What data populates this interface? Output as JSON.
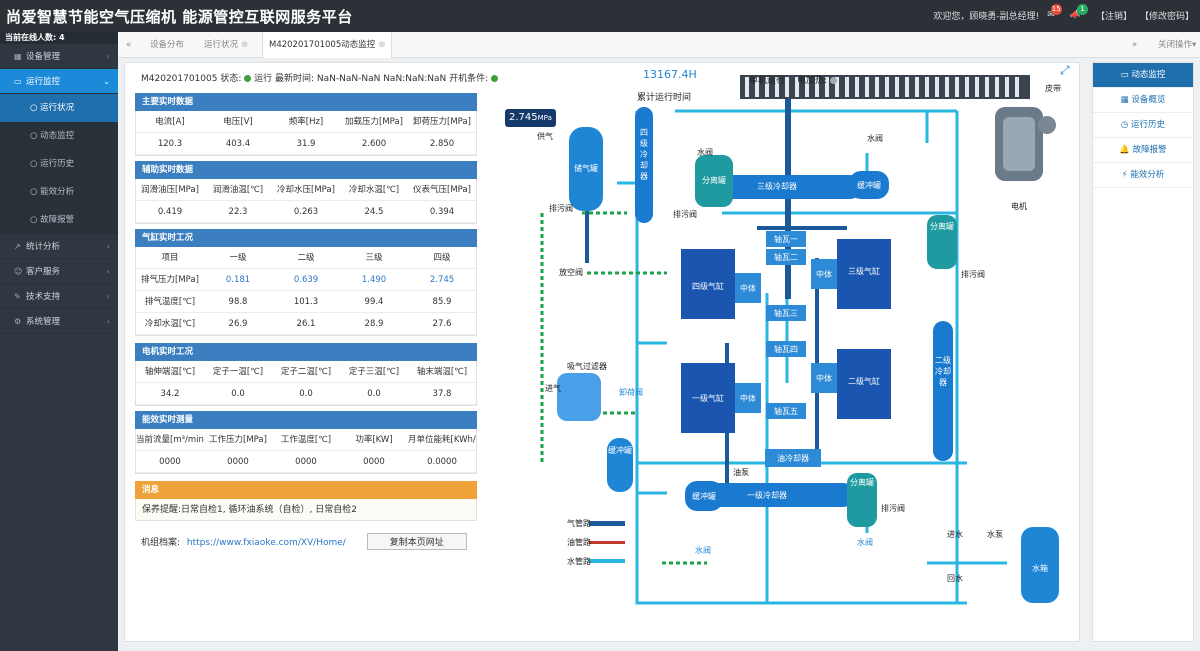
{
  "header": {
    "title": "尚爱智慧节能空气压缩机 能源管控互联网服务平台",
    "welcome": "欢迎您，顾晓勇-副总经理!",
    "msg_count": "15",
    "notice_count": "1",
    "logout": "【注销】",
    "change_pwd": "【修改密码】"
  },
  "sidebar": {
    "online_label": "当前在线人数: 4",
    "menu": [
      {
        "label": "设备管理",
        "icon": "server-icon"
      },
      {
        "label": "运行监控",
        "icon": "monitor-icon",
        "active": true,
        "children": [
          "运行状况",
          "动态监控",
          "运行历史",
          "能效分析",
          "故障报警"
        ]
      },
      {
        "label": "统计分析",
        "icon": "chart-icon"
      },
      {
        "label": "客户服务",
        "icon": "users-icon"
      },
      {
        "label": "技术支持",
        "icon": "wrench-icon"
      },
      {
        "label": "系统管理",
        "icon": "gear-icon"
      }
    ]
  },
  "tabs": {
    "items": [
      "设备分布",
      "运行状况",
      "M420201701005动态监控"
    ],
    "close_ops": "关闭操作"
  },
  "status": {
    "device_id": "M420201701005 状态:",
    "run": "运行",
    "latest_time": "最新时间: NaN-NaN-NaN NaN:NaN:NaN",
    "start_condition": "开机条件:"
  },
  "sections": [
    {
      "title": "主要实时数据",
      "headers": [
        "电流[A]",
        "电压[V]",
        "频率[Hz]",
        "加载压力[MPa]",
        "卸荷压力[MPa]"
      ],
      "rows": [
        [
          "120.3",
          "403.4",
          "31.9",
          "2.600",
          "2.850"
        ]
      ]
    },
    {
      "title": "辅助实时数据",
      "headers": [
        "润滑油压[MPa]",
        "润滑油温[℃]",
        "冷却水压[MPa]",
        "冷却水温[℃]",
        "仪表气压[MPa]"
      ],
      "rows": [
        [
          "0.419",
          "22.3",
          "0.263",
          "24.5",
          "0.394"
        ]
      ]
    },
    {
      "title": "气缸实时工况",
      "headers": [
        "项目",
        "一级",
        "二级",
        "三级",
        "四级"
      ],
      "rows": [
        [
          "排气压力[MPa]",
          "0.181",
          "0.639",
          "1.490",
          "2.745"
        ],
        [
          "排气温度[℃]",
          "98.8",
          "101.3",
          "99.4",
          "85.9"
        ],
        [
          "冷却水温[℃]",
          "26.9",
          "26.1",
          "28.9",
          "27.6"
        ]
      ]
    },
    {
      "title": "电机实时工况",
      "headers": [
        "轴伸端温[℃]",
        "定子一温[℃]",
        "定子二温[℃]",
        "定子三温[℃]",
        "轴末端温[℃]"
      ],
      "rows": [
        [
          "34.2",
          "0.0",
          "0.0",
          "0.0",
          "37.8"
        ]
      ]
    },
    {
      "title": "能效实时测量",
      "headers": [
        "当前流量[m³/min]",
        "工作压力[MPa]",
        "工作温度[℃]",
        "功率[KW]",
        "月单位能耗[KWh/Nm³]"
      ],
      "rows": [
        [
          "0000",
          "0000",
          "0000",
          "0000",
          "0.0000"
        ]
      ]
    }
  ],
  "message": {
    "title": "消息",
    "text": "保养提醒:日常自检1, 循环油系统（自检）, 日常自检2"
  },
  "archive": {
    "label": "机组档案:",
    "url": "https://www.fxiaoke.com/XV/Home/",
    "copy_btn": "复制本页网址"
  },
  "diagram": {
    "total_hours": "13167.4H",
    "total_hours_label": "累计运行时间",
    "mode": "单机运行",
    "heater": "电加热:",
    "pressure": "2.745",
    "pressure_unit": "MPa",
    "labels": {
      "supply": "供气",
      "gas_tank": "储气罐",
      "drain": "排污阀",
      "vent": "放空阀",
      "belt": "皮带",
      "motor": "电机",
      "water_valve": "水阀",
      "separator": "分离罐",
      "buffer": "缓冲罐",
      "cooler4": "四级冷却器",
      "cooler3": "三级冷却器",
      "cooler2": "二级冷却器",
      "cooler1": "一级冷却器",
      "oil_cooler": "油冷却器",
      "cyl4": "四级气缸",
      "cyl3": "三级气缸",
      "cyl2": "二级气缸",
      "cyl1": "一级气缸",
      "body": "中体",
      "shaft1": "轴瓦一",
      "shaft2": "轴瓦二",
      "shaft3": "轴瓦三",
      "shaft4": "轴瓦四",
      "shaft5": "轴瓦五",
      "intake_filter": "吸气过滤器",
      "intake": "进气",
      "unload": "卸荷阀",
      "oil_pump": "油泵",
      "water_in": "进水",
      "water_back": "回水",
      "pump": "水泵",
      "tank": "水箱"
    },
    "legend": [
      {
        "label": "气管路",
        "color": "#1a5a9a"
      },
      {
        "label": "油管路",
        "color": "#c0392b"
      },
      {
        "label": "水管路",
        "color": "#29b6e0"
      }
    ]
  },
  "right_nav": [
    "动态监控",
    "设备概览",
    "运行历史",
    "故障报警",
    "能效分析"
  ]
}
